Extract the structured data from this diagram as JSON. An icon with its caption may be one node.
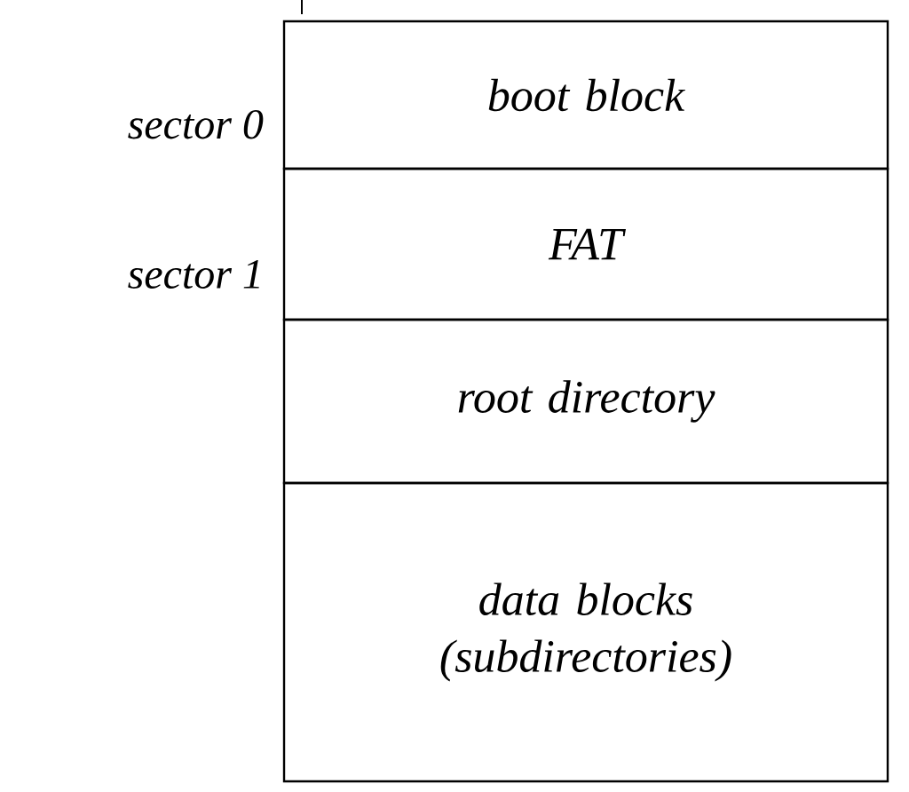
{
  "diagram": {
    "nodes": [
      {
        "text": [
          "boot block"
        ],
        "beside": [
          "sector 0"
        ]
      },
      {
        "text": [
          "FAT"
        ],
        "beside": [
          "sector 1"
        ]
      },
      {
        "text": [
          "root directory"
        ]
      },
      {
        "text": [
          "data blocks (subdirectories)"
        ]
      }
    ]
  }
}
